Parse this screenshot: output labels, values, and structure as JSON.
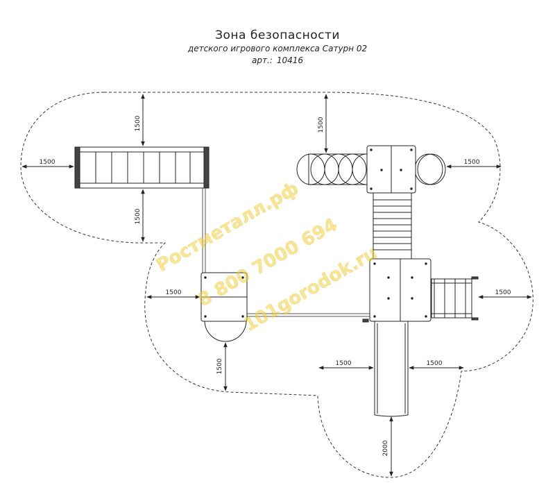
{
  "header": {
    "title": "Зона безопасности",
    "subtitle": "детского игрового комплекса Сатурн 02",
    "article_label": "арт.:",
    "article_number": "10416"
  },
  "dimensions": {
    "left_top_vertical": "1500",
    "left_horizontal": "1500",
    "left_bottom_vertical": "1500",
    "tunnel_top_vertical": "1500",
    "right_upper_horizontal": "1500",
    "middle_left_horizontal": "1500",
    "right_lower_horizontal": "1500",
    "house_bottom_vertical": "1500",
    "slide_left_horizontal": "1500",
    "slide_right_horizontal": "1500",
    "slide_bottom_vertical": "2000"
  },
  "watermark": {
    "line1": "Ростметалл.рф",
    "line2": "8 800 7000 694",
    "line3": "101gorodok.ru"
  },
  "colors": {
    "line": "#222222",
    "dashed_outline": "#333333",
    "watermark": "#f2cf3a"
  }
}
